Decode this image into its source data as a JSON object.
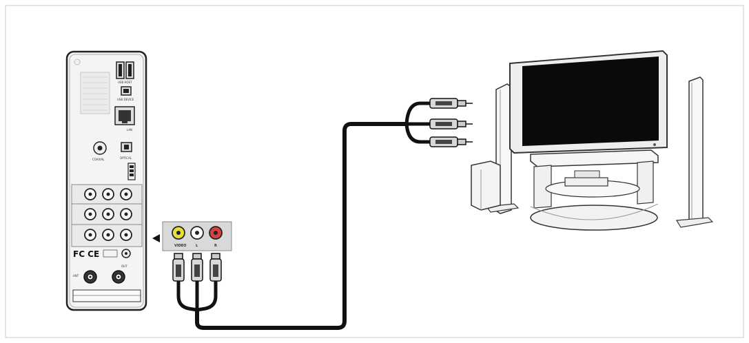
{
  "device": {
    "labels": {
      "usb_host": "USB HOST",
      "usb_device": "USB DEVICE",
      "lan": "LAN",
      "coaxial": "COAXIAL",
      "optical": "OPTICAL",
      "fcc_marks": "FC CE",
      "ant_in": "ANT",
      "ant_out": "OUT"
    }
  },
  "connector_block": {
    "jacks": [
      {
        "label": "VIDEO",
        "color": "#e8e03a"
      },
      {
        "label": "L",
        "color": "#ffffff"
      },
      {
        "label": "R",
        "color": "#d64040"
      }
    ]
  },
  "colors": {
    "frame": "#c8c8c8",
    "cable": "#111111",
    "device_body": "#f4f4f4",
    "tv_screen": "#0a0a0a"
  }
}
